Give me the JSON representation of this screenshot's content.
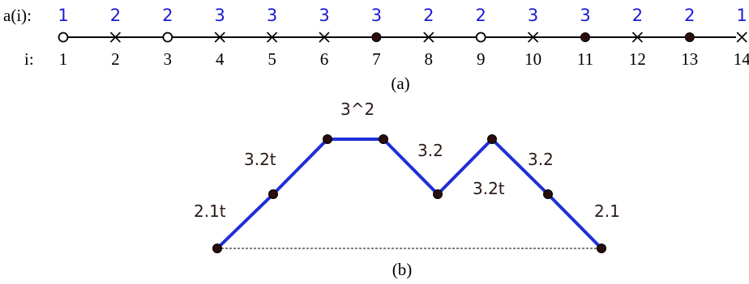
{
  "part_a": {
    "row_label_a": "a(i):",
    "row_label_i": "i:",
    "caption": "(a)",
    "value_color": "#1a1adb",
    "nodes": [
      {
        "i": "1",
        "a": "1",
        "marker": "open-circle"
      },
      {
        "i": "2",
        "a": "2",
        "marker": "cross"
      },
      {
        "i": "3",
        "a": "2",
        "marker": "open-circle"
      },
      {
        "i": "4",
        "a": "3",
        "marker": "cross"
      },
      {
        "i": "5",
        "a": "3",
        "marker": "cross"
      },
      {
        "i": "6",
        "a": "3",
        "marker": "cross"
      },
      {
        "i": "7",
        "a": "3",
        "marker": "filled-circle"
      },
      {
        "i": "8",
        "a": "2",
        "marker": "cross"
      },
      {
        "i": "9",
        "a": "2",
        "marker": "open-circle"
      },
      {
        "i": "10",
        "a": "3",
        "marker": "cross"
      },
      {
        "i": "11",
        "a": "3",
        "marker": "filled-circle"
      },
      {
        "i": "12",
        "a": "2",
        "marker": "cross"
      },
      {
        "i": "13",
        "a": "2",
        "marker": "filled-circle"
      },
      {
        "i": "14",
        "a": "1",
        "marker": "cross"
      }
    ]
  },
  "part_b": {
    "caption": "(b)",
    "path_color": "#1f2fd6",
    "label_color": "#2b1a14",
    "segment_labels": [
      "2.1t",
      "3.2t",
      "3^2",
      "3.2",
      "3.2t",
      "3.2",
      "2.1"
    ]
  }
}
